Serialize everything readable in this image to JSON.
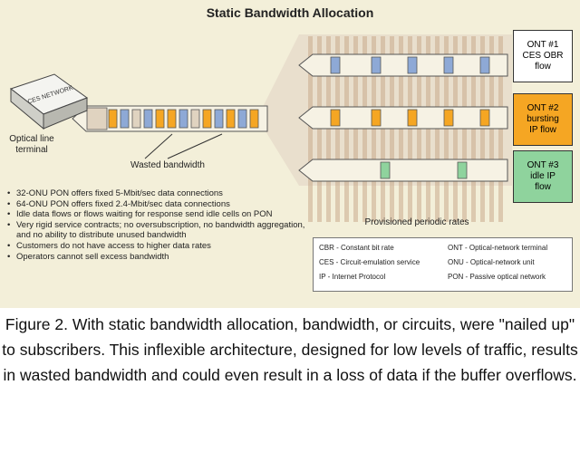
{
  "title": "Static Bandwidth Allocation",
  "olt": {
    "device_text": "CES NETWORK",
    "label": "Optical line terminal"
  },
  "wasted_label": "Wasted bandwidth",
  "provisioned_label": "Provisioned periodic rates",
  "onus": [
    {
      "id": "onu1",
      "line1": "ONT #1",
      "line2": "CES OBR",
      "line3": "flow",
      "bg": "#ffffff",
      "cell": "#8ea9d6"
    },
    {
      "id": "onu2",
      "line1": "ONT #2",
      "line2": "bursting",
      "line3": "IP flow",
      "bg": "#f5a623",
      "cell": "#f5a623"
    },
    {
      "id": "onu3",
      "line1": "ONT #3",
      "line2": "idle IP",
      "line3": "flow",
      "bg": "#8fd39d",
      "cell": "#8fd39d"
    }
  ],
  "bullets": [
    "32-ONU PON offers fixed 5-Mbit/sec data connections",
    "64-ONU PON offers fixed 2.4-Mbit/sec data connections",
    "Idle data flows or flows waiting for response send idle cells on PON",
    "Very rigid service contracts; no oversubscription, no bandwidth aggregation, and no ability to distribute unused bandwidth",
    "Customers do not have access to higher data rates",
    "Operators cannot sell excess bandwidth"
  ],
  "legend": [
    {
      "text": "CBR - Constant bit rate"
    },
    {
      "text": "CES - Circuit-emulation service"
    },
    {
      "text": "IP - Internet Protocol"
    },
    {
      "text": "ONT - Optical-network terminal"
    },
    {
      "text": "ONU - Optical-network unit"
    },
    {
      "text": "PON - Passive optical network"
    }
  ],
  "caption": "Figure 2. With static bandwidth allocation, bandwidth, or circuits, were \"nailed up\" to subscribers. This inflexible architecture, designed for low levels of traffic, results in wasted bandwidth and could even result in a loss of data if the buffer overflows.",
  "colors": {
    "background": "#f3efd9",
    "wasted_band": "#e0d3c0",
    "stripe": "#c9a98d",
    "arrow": "#f6f2e4"
  }
}
